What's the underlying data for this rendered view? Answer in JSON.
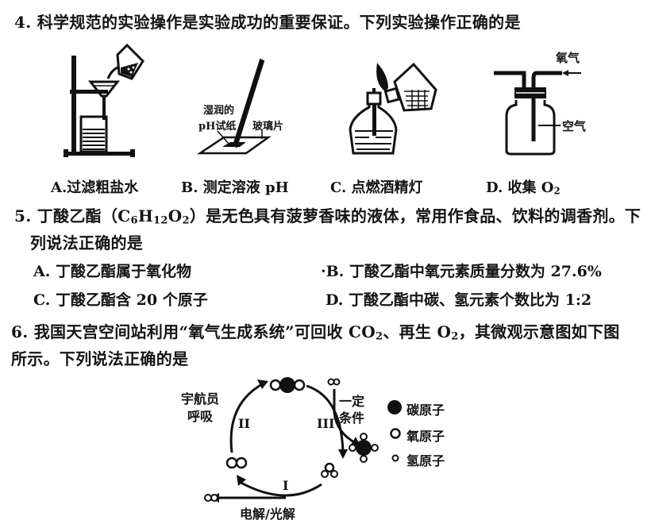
{
  "q4": {
    "stem": "4. 科学规范的实验操作是实验成功的重要保证。下列实验操作正确的是",
    "figures": {
      "a": {
        "caption": "A.过滤粗盐水"
      },
      "b": {
        "caption": "B. 测定溶液 pH",
        "label_wet": "湿润的",
        "label_paper": "pH试纸",
        "label_glass": "玻璃片"
      },
      "c": {
        "caption": "C. 点燃酒精灯"
      },
      "d": {
        "caption_prefix": "D. 收集 O",
        "caption_sub": "2",
        "label_oxygen": "氧气",
        "label_air": "空气"
      }
    }
  },
  "q5": {
    "stem_1a": "5. 丁酸乙酯（C",
    "stem_1sub1": "6",
    "stem_1b": "H",
    "stem_1sub2": "12",
    "stem_1c": "O",
    "stem_1sub3": "2",
    "stem_1d": "）是无色具有菠萝香味的液体，常用作食品、饮料的调香剂。下",
    "stem_2": "列说法正确的是",
    "options": {
      "a": "A. 丁酸乙酯属于氧化物",
      "b": "·B. 丁酸乙酯中氧元素质量分数为 27.6%",
      "c": "C. 丁酸乙酯含 20 个原子",
      "d": "D. 丁酸乙酯中碳、氢元素个数比为 1:2"
    }
  },
  "q6": {
    "stem_1a": "6. 我国天宫空间站利用“氧气生成系统”可回收 CO",
    "stem_1sub1": "2",
    "stem_1b": "、再生 O",
    "stem_1sub2": "2",
    "stem_1c": "，其微观示意图如下图",
    "stem_2": "所示。下列说法正确的是",
    "diagram": {
      "label_breath_1": "宇航员",
      "label_breath_2": "呼吸",
      "label_cond_1": "一定",
      "label_cond_2": "条件",
      "label_electrolysis": "电解/光解",
      "step_1": "I",
      "step_2": "II",
      "step_3": "III",
      "legend": {
        "carbon": "碳原子",
        "oxygen": "氧原子",
        "hydrogen": "氢原子"
      }
    }
  }
}
